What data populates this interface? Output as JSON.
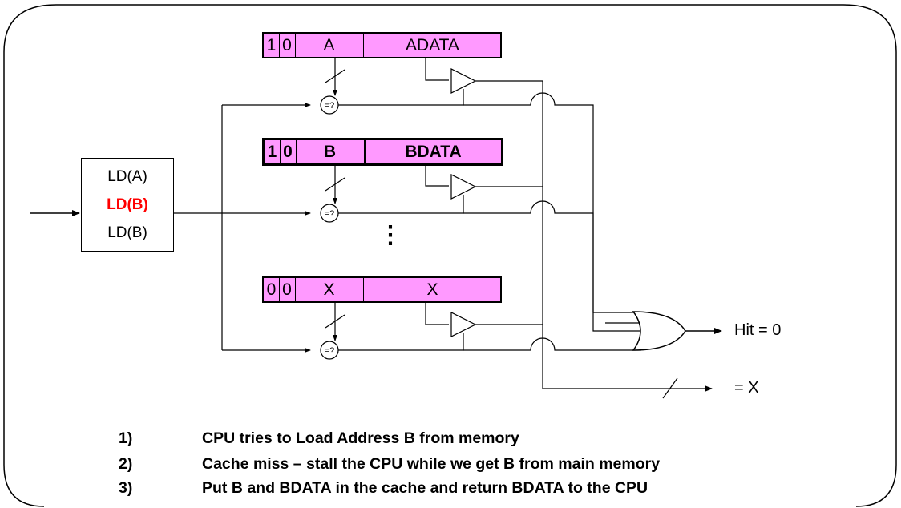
{
  "cache_entries": [
    {
      "valid": "1",
      "dirty": "0",
      "tag": "A",
      "data": "ADATA",
      "bold": false
    },
    {
      "valid": "1",
      "dirty": "0",
      "tag": "B",
      "data": "BDATA",
      "bold": true
    },
    {
      "valid": "0",
      "dirty": "0",
      "tag": "X",
      "data": "X",
      "bold": false
    }
  ],
  "comparator_label": "=?",
  "load_queue": [
    "LD(A)",
    "LD(B)",
    "LD(B)"
  ],
  "highlight_color": "#ff0000",
  "entry_color": "#ff99ff",
  "ellipsis": "⋮",
  "outputs": {
    "hit": "Hit = 0",
    "data": "= X"
  },
  "steps": [
    {
      "num": "1)",
      "text": "CPU tries to Load Address B from memory"
    },
    {
      "num": "2)",
      "text": "Cache miss – stall the CPU while we get B from main memory"
    },
    {
      "num": "3)",
      "text": "Put B and BDATA in the cache and return BDATA to the CPU"
    }
  ]
}
